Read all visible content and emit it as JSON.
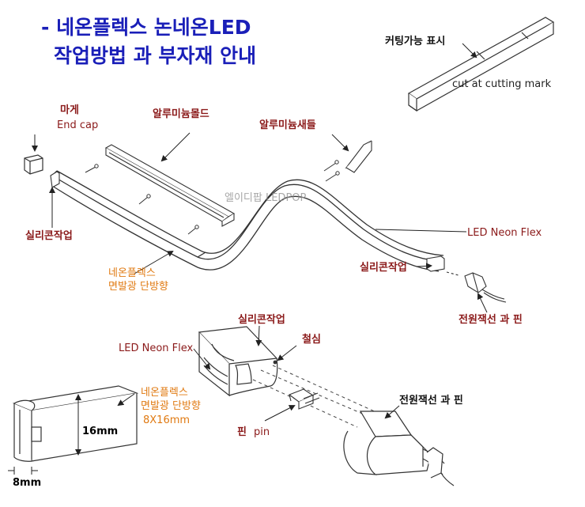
{
  "title": {
    "line1": "- 네온플렉스 논네온LED",
    "line2": "작업방법 과 부자재 안내"
  },
  "labels": {
    "cutting_ko": "커팅가능 표시",
    "cutting_en": "cut at cutting mark",
    "endcap_ko": "마게",
    "endcap_en": "End cap",
    "mold": "알루미늄몰드",
    "bracket": "알루미늄새들",
    "watermark": "엘이디팝 LEDPOP",
    "silicone_left": "실리콘작업",
    "neon_flex_top": "LED Neon Flex",
    "silicone_right": "실리콘작업",
    "neon_single_1": "네온플렉스",
    "neon_single_2": "면발광 단방향",
    "power_top": "전원잭선 과 핀",
    "silicone_detail": "실리콘작업",
    "core": "철심",
    "neon_flex_detail": "LED Neon Flex",
    "detail_1": "네온플렉스",
    "detail_2": "면발광 단방향",
    "detail_3": "8X16mm",
    "height_dim": "16mm",
    "width_dim": "8mm",
    "pin_ko": "핀",
    "pin_en": "pin",
    "power_detail": "전원잭선 과 핀"
  },
  "colors": {
    "title": "#1a1fb8",
    "maroon": "#8b1a1a",
    "orange": "#e07a12",
    "line": "#333333"
  }
}
